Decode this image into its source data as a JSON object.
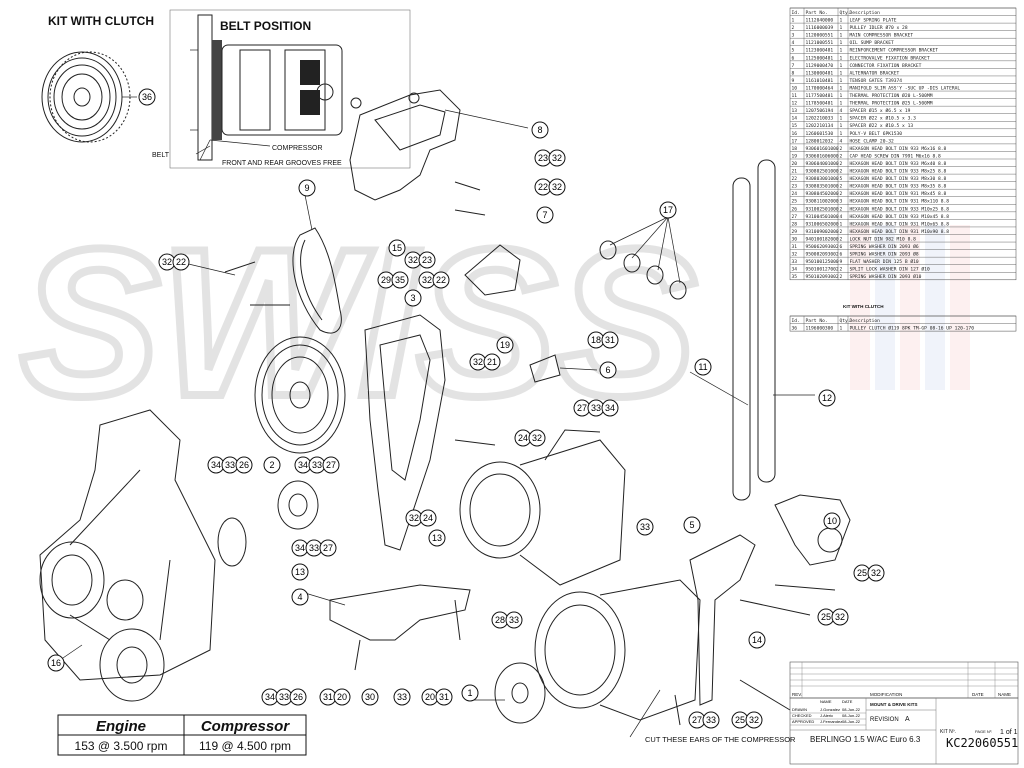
{
  "kit_title": "KIT WITH CLUTCH",
  "belt_position_title": "BELT POSITION",
  "belt_labels": {
    "belt": "BELT",
    "compressor": "COMPRESSOR",
    "grooves": "FRONT AND REAR GROOVES FREE"
  },
  "watermark": "SWISS",
  "cut_note": "CUT THESE EARS OF THE COMPRESSOR",
  "perf_table": {
    "engine_label": "Engine",
    "compressor_label": "Compressor",
    "engine_value": "153 @ 3.500 rpm",
    "compressor_value": "119 @ 4.500 rpm"
  },
  "bom": {
    "headers": [
      "Id.",
      "Part No.",
      "Qty.",
      "Description"
    ],
    "rows": [
      [
        "1",
        "1112040000",
        "1",
        "LEAF SPRING PLATE"
      ],
      [
        "2",
        "1116000039",
        "1",
        "PULLEY IDLER Ø70 x 28"
      ],
      [
        "3",
        "1120000551",
        "1",
        "MAIN COMPRESSOR BRACKET"
      ],
      [
        "4",
        "1121000551",
        "1",
        "OIL SUMP BRACKET"
      ],
      [
        "5",
        "1123000481",
        "1",
        "REINFORCEMENT COMPRESSOR BRACKET"
      ],
      [
        "6",
        "1125000481",
        "1",
        "ELECTROVALVE FIXATION BRACKET"
      ],
      [
        "7",
        "1129000470",
        "1",
        "CONNECTOR FIXATION BRACKET"
      ],
      [
        "8",
        "1130000481",
        "1",
        "ALTERNATOR BRACKET"
      ],
      [
        "9",
        "1161010481",
        "1",
        "TENSOR GATES T39374"
      ],
      [
        "10",
        "1170000464",
        "1",
        "MANIFOLD SLIM ASS'Y -SUC UP -DIS LATERAL"
      ],
      [
        "11",
        "1177500481",
        "1",
        "THERMAL PROTECTION Ø20 L-500MM"
      ],
      [
        "12",
        "1178500481",
        "1",
        "THERMAL PROTECTION Ø25 L-500MM"
      ],
      [
        "13",
        "1207506194",
        "4",
        "SPACER Ø15 x Ø6.5 x 19"
      ],
      [
        "14",
        "1202210033",
        "1",
        "SPACER Ø22 x Ø10.5 x 3.3"
      ],
      [
        "15",
        "1202210134",
        "1",
        "SPACER Ø22 x Ø10.5 x 13"
      ],
      [
        "16",
        "1260601530",
        "1",
        "POLY-V BELT 6PK1530"
      ],
      [
        "17",
        "1280012032",
        "4",
        "HOSE CLAMP 20-32"
      ],
      [
        "18",
        "930601601000",
        "2",
        "HEXAGON HEAD BOLT DIN 933 M6x16 8.8"
      ],
      [
        "19",
        "930601606000",
        "2",
        "CAP HEAD SCREW DIN 7991 M6x16 8.8"
      ],
      [
        "20",
        "930604001000",
        "2",
        "HEXAGON HEAD BOLT DIN 933 M6x40 8.8"
      ],
      [
        "21",
        "930802501000",
        "2",
        "HEXAGON HEAD BOLT DIN 933 M8x25 8.8"
      ],
      [
        "22",
        "930803001000",
        "5",
        "HEXAGON HEAD BOLT DIN 933 M8x30 8.8"
      ],
      [
        "23",
        "930803501000",
        "2",
        "HEXAGON HEAD BOLT DIN 933 M8x35 8.8"
      ],
      [
        "24",
        "930804502000",
        "2",
        "HEXAGON HEAD BOLT DIN 931 M8x45 8.8"
      ],
      [
        "25",
        "930811002000",
        "3",
        "HEXAGON HEAD BOLT DIN 931 M8x110 8.8"
      ],
      [
        "26",
        "931002501000",
        "2",
        "HEXAGON HEAD BOLT DIN 933 M10x25 8.8"
      ],
      [
        "27",
        "931004501000",
        "4",
        "HEXAGON HEAD BOLT DIN 933 M10x45 8.8"
      ],
      [
        "28",
        "931006502000",
        "1",
        "HEXAGON HEAD BOLT DIN 931 M10x65 8.8"
      ],
      [
        "29",
        "931009002000",
        "2",
        "HEXAGON HEAD BOLT DIN 931 M10x90 8.8"
      ],
      [
        "30",
        "940100182000",
        "2",
        "LOCK NUT DIN 982 M10 8.8"
      ],
      [
        "31",
        "950062093002",
        "6",
        "SPRING WASHER DIN 2093 Ø6"
      ],
      [
        "32",
        "950082093002",
        "6",
        "SPRING WASHER DIN 2093 Ø8"
      ],
      [
        "33",
        "950100125000",
        "9",
        "FLAT WASHER DIN 125 B Ø10"
      ],
      [
        "34",
        "950100127002",
        "2",
        "SPLIT LOCK WASHER DIN 127 Ø10"
      ],
      [
        "35",
        "950102093002",
        "2",
        "SPRING WASHER DIN 2093 Ø10"
      ]
    ]
  },
  "kit_bom": {
    "title": "KIT WITH CLUTCH",
    "headers": [
      "Id.",
      "Part No.",
      "Qty.",
      "Description"
    ],
    "rows": [
      [
        "36",
        "1196000300",
        "1",
        "PULLEY CLUTCH Ø119 8PK TM-GP 08-16 UP 120-170"
      ]
    ]
  },
  "title_block": {
    "rev_label": "REV.",
    "mod_label": "MODIFICATION",
    "date_label": "DATE",
    "name_label": "NAME",
    "people_headers": [
      "",
      "NAME",
      "DATE"
    ],
    "people": [
      [
        "DRAWN",
        "J.Gonzalez",
        "08-Jun-22"
      ],
      [
        "CHECKED",
        "J.Aleric",
        "08-Jun-22"
      ],
      [
        "APPROVED",
        "J.Fernandez",
        "08-Jun-22"
      ]
    ],
    "kit_type": "MOUNT & DRIVE KITS",
    "revision_label": "REVISION",
    "revision": "A",
    "model": "BERLINGO 1.5 W/AC Euro 6.3",
    "kit_no_label": "KIT Nº.",
    "page_label": "PAGE Nº.",
    "page_value": "1 of 1",
    "kit_no": "KC22060551"
  }
}
